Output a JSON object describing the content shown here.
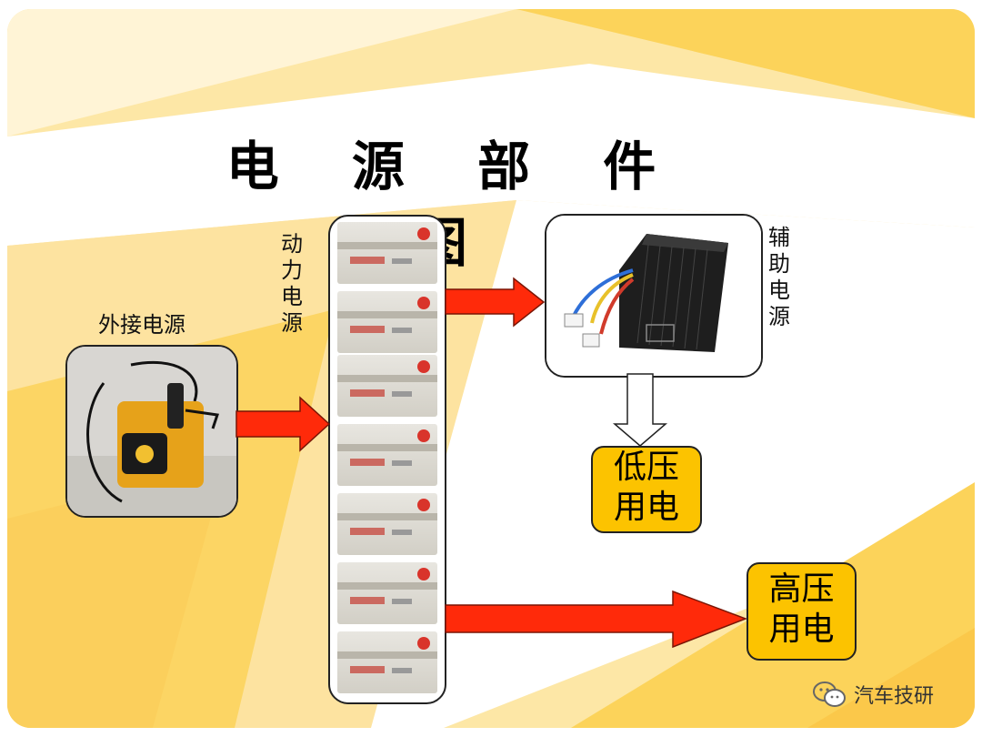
{
  "title": "电 源 部 件 图",
  "labels": {
    "external_power": "外接电源",
    "traction_power": "动力电源",
    "aux_power": "辅助电源"
  },
  "boxes": {
    "low_voltage": {
      "line1": "低压",
      "line2": "用电"
    },
    "high_voltage": {
      "line1": "高压",
      "line2": "用电"
    }
  },
  "watermark": "汽车技研",
  "icons": {
    "watermark": "wechat-icon"
  },
  "colors": {
    "arrow_red": "#ff2a0a",
    "box_yellow": "#fcc300",
    "background_yellow": "#fce39a"
  }
}
